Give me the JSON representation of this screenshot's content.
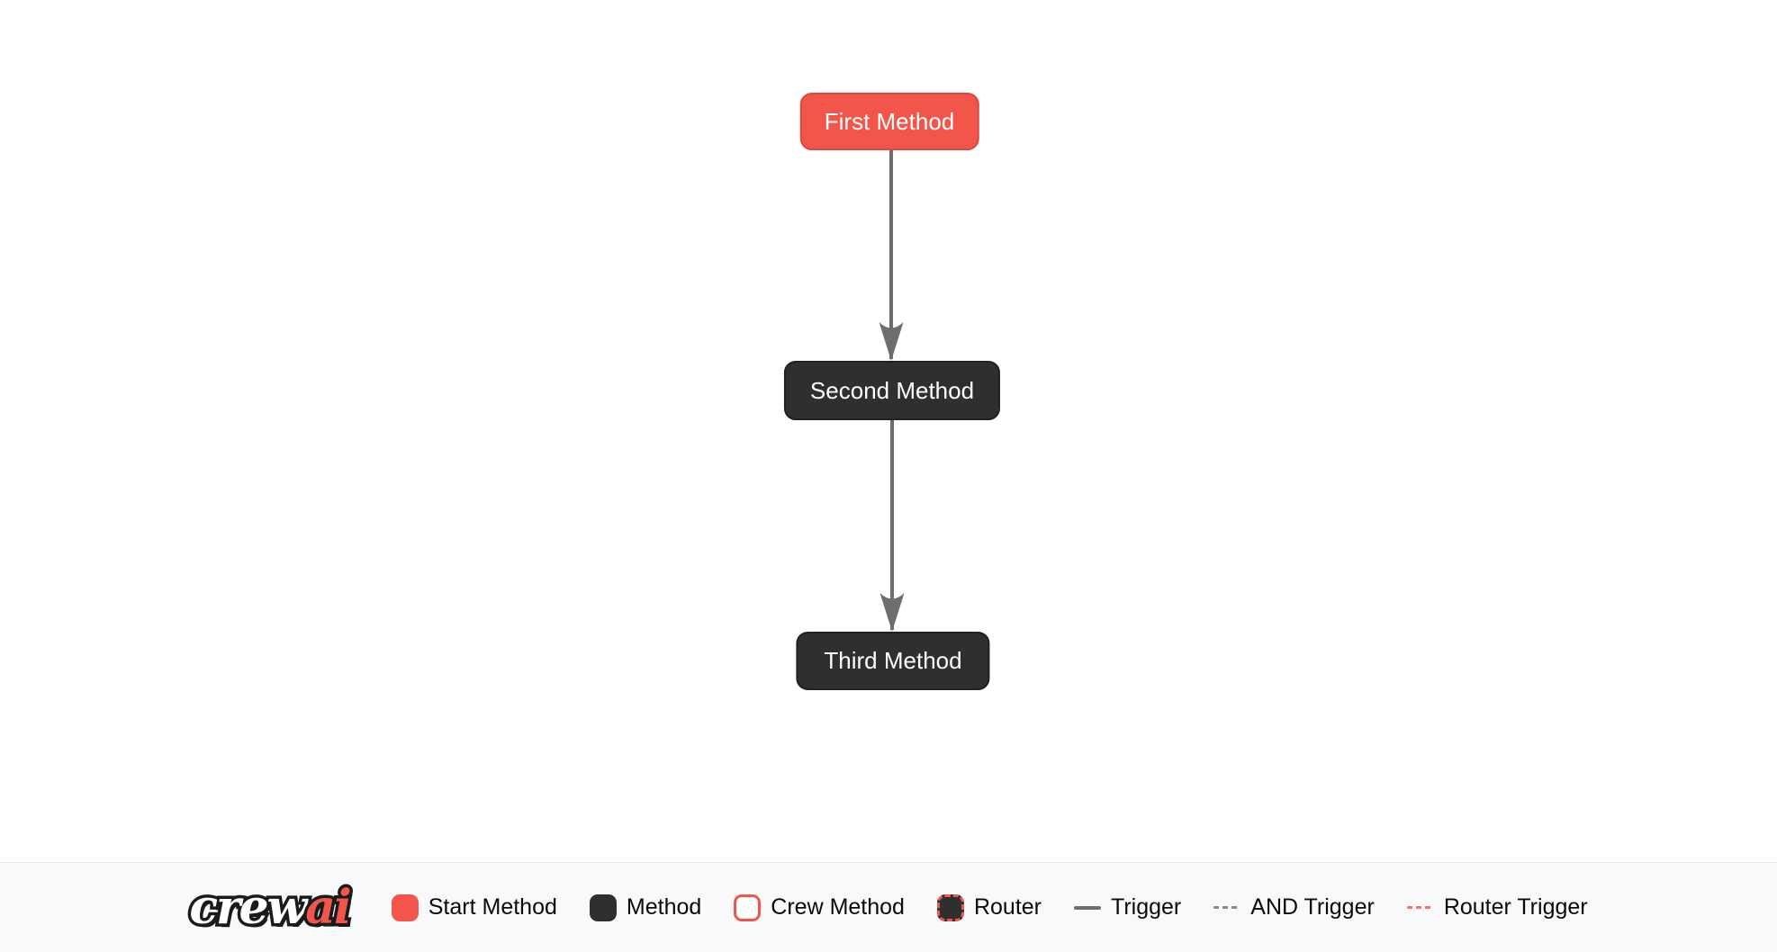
{
  "diagram": {
    "nodes": [
      {
        "id": "first",
        "label": "First Method",
        "type": "start-method"
      },
      {
        "id": "second",
        "label": "Second Method",
        "type": "method"
      },
      {
        "id": "third",
        "label": "Third Method",
        "type": "method"
      }
    ],
    "edges": [
      {
        "from": "first",
        "to": "second",
        "type": "trigger"
      },
      {
        "from": "second",
        "to": "third",
        "type": "trigger"
      }
    ]
  },
  "footer": {
    "logo": {
      "part1": "crew",
      "part2": "ai"
    },
    "legend": [
      {
        "label": "Start Method",
        "swatch": "start-method-swatch"
      },
      {
        "label": "Method",
        "swatch": "method-swatch"
      },
      {
        "label": "Crew Method",
        "swatch": "crew-method-swatch"
      },
      {
        "label": "Router",
        "swatch": "router-swatch"
      },
      {
        "label": "Trigger",
        "swatch": "trigger-line-swatch"
      },
      {
        "label": "AND Trigger",
        "swatch": "and-trigger-line-swatch"
      },
      {
        "label": "Router Trigger",
        "swatch": "router-trigger-line-swatch"
      }
    ]
  },
  "colors": {
    "brand_red": "#F2564B",
    "brand_red_border": "#DA4A40",
    "node_dark": "#2F2F2F",
    "edge_gray": "#6E6E6E",
    "and_trigger_gray": "#8A8A8A",
    "router_trigger_red": "#F4736B",
    "footer_bg": "#F8F9FA",
    "node_text": "#FFFFFF",
    "legend_text": "#0A0A0A"
  }
}
